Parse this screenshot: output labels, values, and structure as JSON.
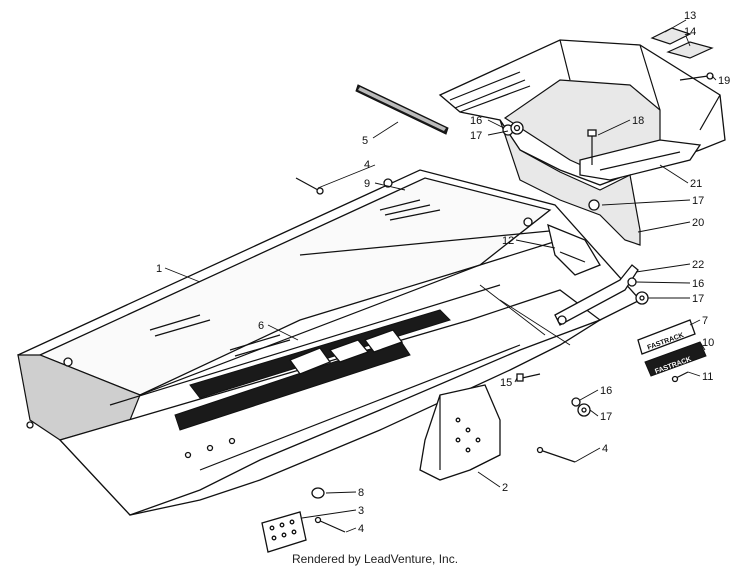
{
  "callouts": [
    {
      "id": "13",
      "label": "13"
    },
    {
      "id": "14",
      "label": "14"
    },
    {
      "id": "19",
      "label": "19"
    },
    {
      "id": "5",
      "label": "5"
    },
    {
      "id": "16a",
      "label": "16"
    },
    {
      "id": "18",
      "label": "18"
    },
    {
      "id": "17a",
      "label": "17"
    },
    {
      "id": "4a",
      "label": "4"
    },
    {
      "id": "9",
      "label": "9"
    },
    {
      "id": "21",
      "label": "21"
    },
    {
      "id": "17b",
      "label": "17"
    },
    {
      "id": "20",
      "label": "20"
    },
    {
      "id": "12",
      "label": "12"
    },
    {
      "id": "1",
      "label": "1"
    },
    {
      "id": "22",
      "label": "22"
    },
    {
      "id": "16b",
      "label": "16"
    },
    {
      "id": "17c",
      "label": "17"
    },
    {
      "id": "7",
      "label": "7"
    },
    {
      "id": "6",
      "label": "6"
    },
    {
      "id": "10",
      "label": "10"
    },
    {
      "id": "11",
      "label": "11"
    },
    {
      "id": "15",
      "label": "15"
    },
    {
      "id": "16c",
      "label": "16"
    },
    {
      "id": "17d",
      "label": "17"
    },
    {
      "id": "4b",
      "label": "4"
    },
    {
      "id": "2",
      "label": "2"
    },
    {
      "id": "8",
      "label": "8"
    },
    {
      "id": "3",
      "label": "3"
    },
    {
      "id": "4c",
      "label": "4"
    }
  ],
  "decals": {
    "fastrack_top": "FASTRACK",
    "fastrack_bottom": "FASTRACK"
  },
  "footer": "Rendered by LeadVenture, Inc."
}
